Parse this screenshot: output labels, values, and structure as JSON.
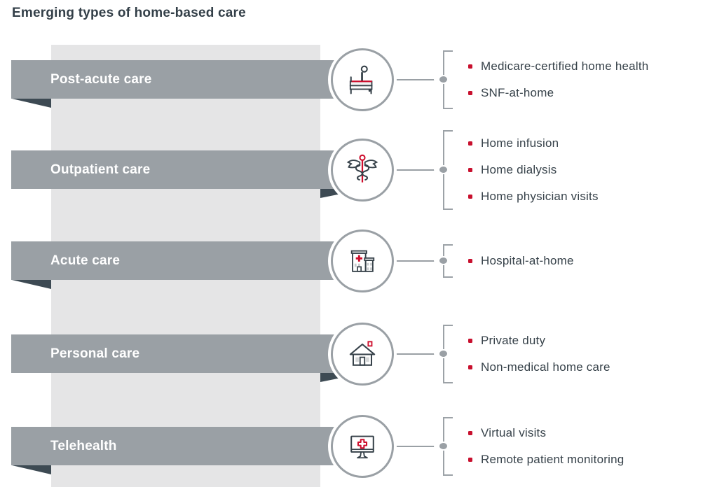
{
  "title": "Emerging types of home-based care",
  "colors": {
    "accent_red": "#CE0E2D",
    "text_dark": "#37424A",
    "ribbon_gray": "#9AA0A5",
    "column_gray": "#E5E5E6",
    "fold_dark": "#3D4A53",
    "bullet_red": "#C8102E",
    "label_text": "#FFFFFF"
  },
  "rows": [
    {
      "label": "Post-acute care",
      "icon": "bed-patient-icon",
      "items": [
        "Medicare-certified home health",
        "SNF-at-home"
      ]
    },
    {
      "label": "Outpatient care",
      "icon": "caduceus-icon",
      "items": [
        "Home infusion",
        "Home dialysis",
        "Home physician visits"
      ]
    },
    {
      "label": "Acute care",
      "icon": "hospital-icon",
      "items": [
        "Hospital-at-home"
      ]
    },
    {
      "label": "Personal care",
      "icon": "house-icon",
      "items": [
        "Private duty",
        "Non-medical home care"
      ]
    },
    {
      "label": "Telehealth",
      "icon": "telehealth-monitor-icon",
      "items": [
        "Virtual visits",
        "Remote patient monitoring"
      ]
    }
  ]
}
